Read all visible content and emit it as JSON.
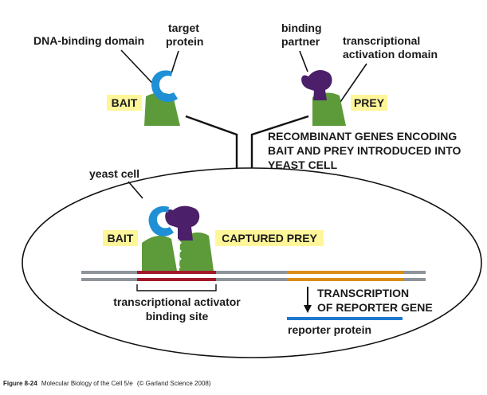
{
  "labels": {
    "dna_binding_domain": "DNA-binding domain",
    "target_protein_line1": "target",
    "target_protein_line2": "protein",
    "binding_partner_line1": "binding",
    "binding_partner_line2": "partner",
    "activation_domain_line1": "transcriptional",
    "activation_domain_line2": "activation domain",
    "bait_top": "BAIT",
    "prey_top": "PREY",
    "recombinant_line1": "RECOMBINANT GENES ENCODING",
    "recombinant_line2": "BAIT AND PREY INTRODUCED INTO",
    "recombinant_line3": "YEAST CELL",
    "yeast_cell": "yeast cell",
    "bait_bottom": "BAIT",
    "captured_prey": "CAPTURED PREY",
    "binding_site_line1": "transcriptional activator",
    "binding_site_line2": "binding site",
    "transcription_line1": "TRANSCRIPTION",
    "transcription_line2": "OF REPORTER GENE",
    "reporter_protein": "reporter protein"
  },
  "caption": {
    "figure": "Figure 8-24",
    "book": "Molecular Biology of the Cell 5/e",
    "credit": "(© Garland Science 2008)"
  },
  "colors": {
    "green_domain": "#5d9b3a",
    "blue_target": "#1f8fd6",
    "purple_partner": "#4b1f6a",
    "tag_yellow": "#fff69a",
    "dna_gray": "#8e9499",
    "binding_site_red": "#a3182b",
    "reporter_gene_orange": "#d98e1a",
    "reporter_protein_blue": "#1f78d1"
  }
}
